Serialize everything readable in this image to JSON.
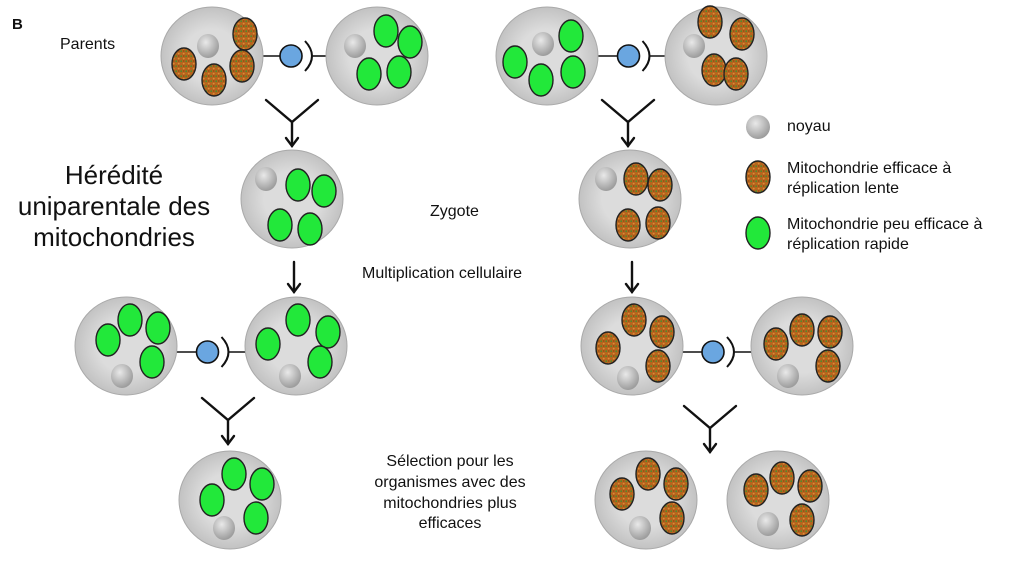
{
  "panel_label": "B",
  "labels": {
    "parents": "Parents",
    "title": "Hérédité uniparentale des mitochondries",
    "zygote": "Zygote",
    "multiplication": "Multiplication cellulaire",
    "selection": "Sélection pour les organismes avec des mitochondries plus efficaces"
  },
  "legend": {
    "nucleus": "noyau",
    "efficient": "Mitochondrie efficace à réplication lente",
    "inefficient": "Mitochondrie peu efficace à réplication rapide"
  },
  "colors": {
    "cell_fill": "#d7d7d7",
    "efficient_mito": "#b5651d",
    "inefficient_mito": "#22e83a",
    "gamete_link": "#6aa6e0",
    "nucleus": "#b3b3b3"
  }
}
